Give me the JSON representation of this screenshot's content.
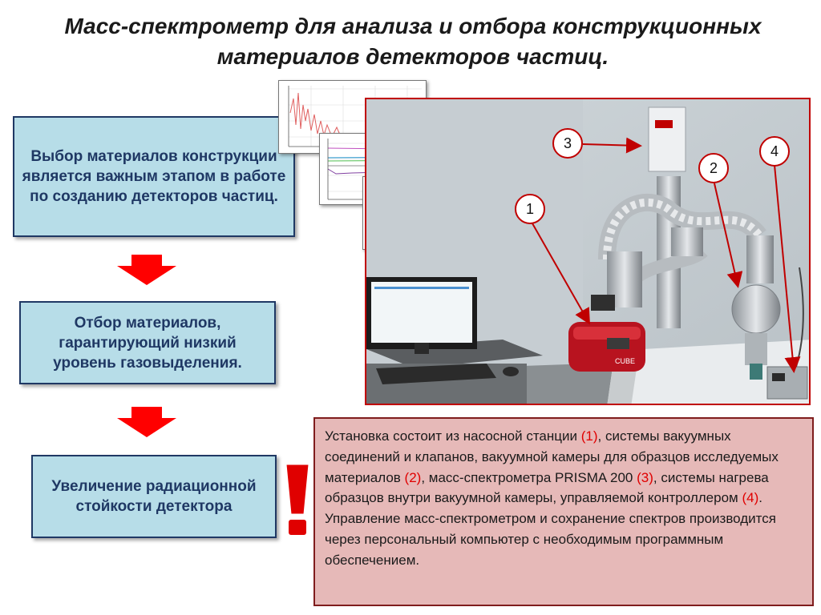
{
  "title": "Масс-спектрометр для анализа и отбора конструкционных материалов детекторов частиц.",
  "steps": [
    {
      "text": "Выбор материалов конструкции является важным этапом в работе по созданию детекторов частиц."
    },
    {
      "text": "Отбор материалов, гарантирующий низкий уровень газовыделения."
    },
    {
      "text": "Увеличение радиационной стойкости детектора"
    }
  ],
  "exclamation": "!",
  "callouts": {
    "one": "1",
    "two": "2",
    "three": "3",
    "four": "4"
  },
  "description": {
    "p1": "Установка состоит из насосной станции ",
    "r1": "(1)",
    "p2": ", системы вакуумных соединений и клапанов, вакуумной камеры для образцов исследуемых материалов ",
    "r2": "(2)",
    "p3": ", масс-спектрометра PRISMA 200 ",
    "r3": "(3)",
    "p4": ", системы нагрева образцов внутри вакуумной камеры, управляемой контроллером ",
    "r4": "(4)",
    "p5": ". Управление масс-спектрометром и сохранение спектров производится через персональный компьютер с необходимым программным обеспечением."
  },
  "colors": {
    "box_fill": "#b7dde8",
    "box_border": "#1f3864",
    "accent_red": "#e00000",
    "desc_fill": "#e6b9b8"
  }
}
